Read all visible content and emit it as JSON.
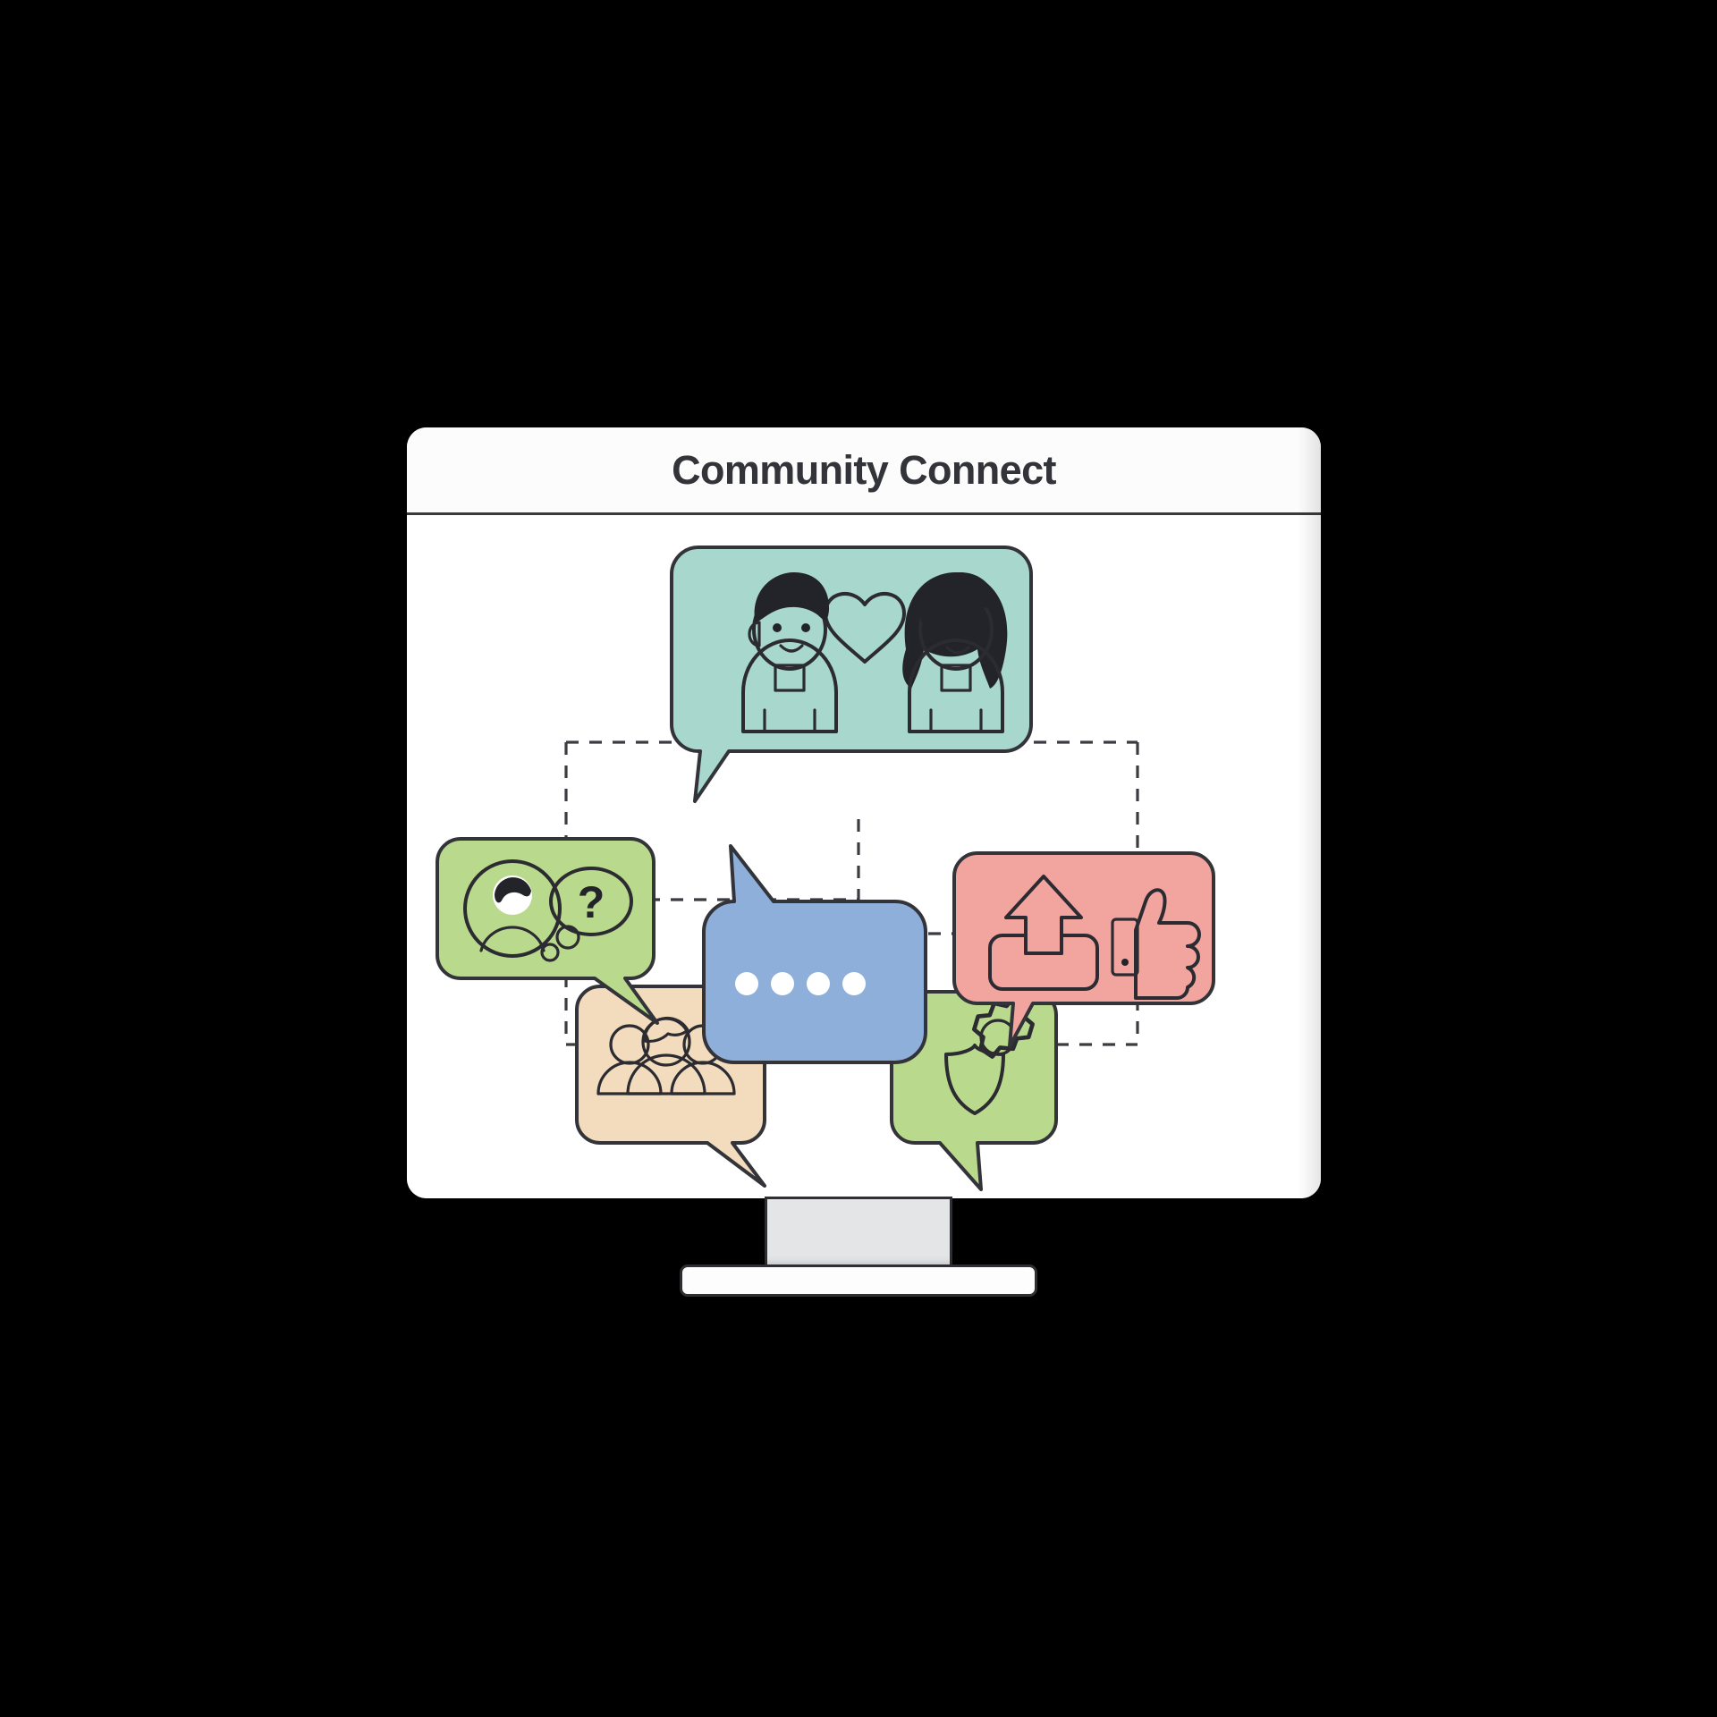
{
  "window": {
    "title": "Community Connect",
    "device": "desktop-monitor"
  },
  "theme": {
    "page_background": "#000000",
    "monitor_body": "#ffffff",
    "titlebar_background": "#fcfcfc",
    "title_color": "#33333a",
    "outline": "#33333a",
    "stand_neck": "#e3e5e7",
    "stand_base": "#fdfdfd",
    "connector_line": "#3b3b41"
  },
  "illustration": {
    "name": "community-connect-speech-bubble-network",
    "connector_style": "dashed",
    "bubbles": [
      {
        "id": "connection-bubble",
        "position": "top-center",
        "fill": "#a8d8cd",
        "tail": "bottom-left",
        "icons": [
          "person-male-icon",
          "heart-icon",
          "person-female-icon"
        ],
        "meaning": "people connecting",
        "details": {
          "heart_color": "#f2a0a0",
          "male_shirt_color": "#a9cf8c",
          "female_shirt_color": "#f2a0a0",
          "hair_color": "#23232a",
          "face_color": "#ffffff"
        }
      },
      {
        "id": "question-bubble",
        "position": "mid-left",
        "fill": "#b9d98c",
        "tail": "bottom-right",
        "icons": [
          "user-avatar-icon",
          "thought-bubble-icon",
          "question-mark-glyph"
        ],
        "meaning": "asking a question",
        "details": {
          "avatar_circle_color": "#9cb9e0",
          "thought_bubble_color": "#ffffff",
          "question_glyph": "?"
        }
      },
      {
        "id": "share-like-bubble",
        "position": "mid-right",
        "fill": "#f2a59e",
        "tail": "bottom-left",
        "icons": [
          "upload-share-icon",
          "thumbs-up-icon"
        ],
        "meaning": "sharing and liking",
        "details": {
          "icon_color": "#ffffff",
          "cuff_color": "#8fadd6"
        }
      },
      {
        "id": "typing-bubble",
        "position": "center",
        "fill": "#8dafd9",
        "tail": "top-left",
        "icons": [
          "typing-dots-icon"
        ],
        "meaning": "someone is typing",
        "details": {
          "dot_color": "#ffffff",
          "dot_count": 4
        }
      },
      {
        "id": "group-bubble",
        "position": "bottom-left",
        "fill": "#f2dcbd",
        "tail": "bottom-right",
        "icons": [
          "group-people-icon"
        ],
        "meaning": "community group",
        "details": {
          "person_left_color": "#a8d8a0",
          "person_center_color": "#8dafd9",
          "person_right_color": "#f2a0a0",
          "head_color": "#f7f7f2"
        }
      },
      {
        "id": "privacy-bubble",
        "position": "bottom-right",
        "fill": "#b9d98c",
        "tail": "bottom-center",
        "icons": [
          "shield-icon",
          "gear-icon"
        ],
        "meaning": "safety and settings",
        "details": {
          "shield_color": "#f2a0a0",
          "gear_color": "#9cb9e0"
        }
      }
    ]
  }
}
